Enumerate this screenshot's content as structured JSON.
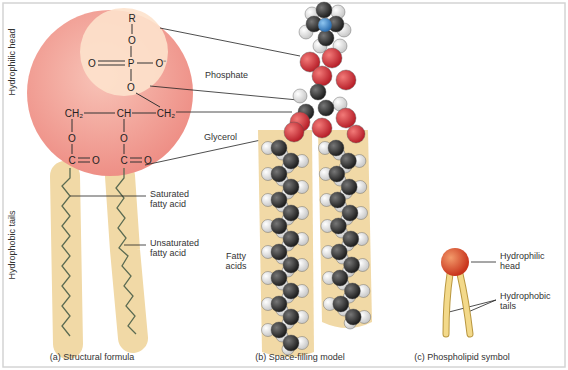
{
  "diagram": {
    "labels": [
      "Hydrophilic head",
      "Hydrophobic tails",
      "R",
      "O",
      "O",
      "P",
      "O⁻",
      "O",
      "CH₂",
      "CH",
      "CH₂",
      "O",
      "O",
      "C",
      "O",
      "C",
      "O",
      "Phosphate",
      "Glycerol",
      "Saturated fatty acid",
      "Unsaturated fatty acid",
      "Fatty acids",
      "Hydrophilic head",
      "Hydrophobic tails",
      "(a) Structural formula",
      "(b) Space-filling model",
      "(c) Phospholipid symbol"
    ]
  }
}
